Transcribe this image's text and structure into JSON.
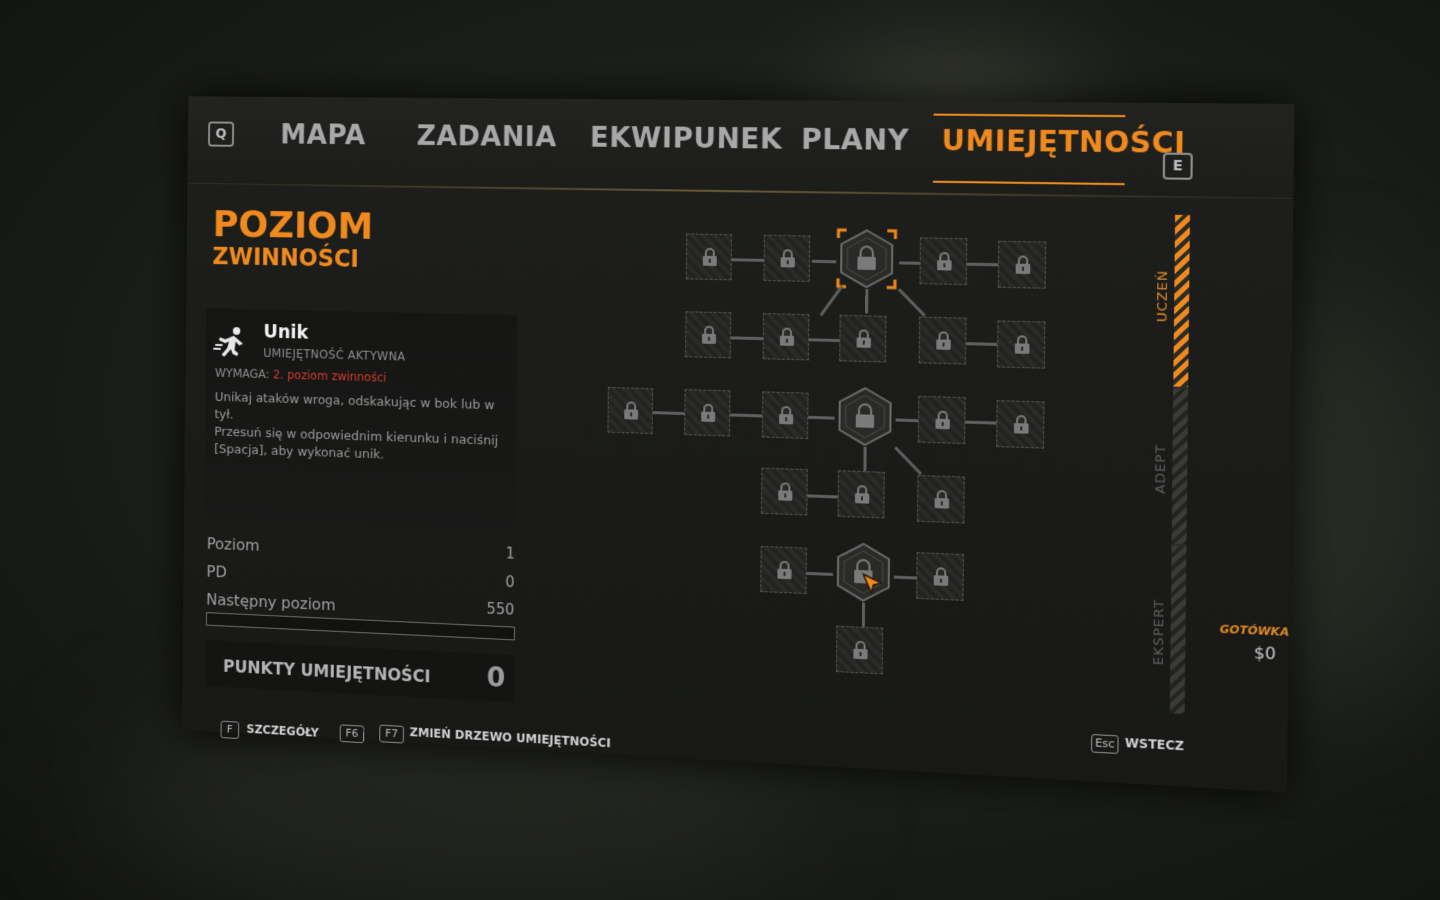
{
  "tabs": {
    "left_key": "Q",
    "right_key": "E",
    "items": [
      "MAPA",
      "ZADANIA",
      "EKWIPUNEK",
      "PLANY",
      "UMIEJĘTNOŚCI"
    ],
    "active": "UMIEJĘTNOŚCI"
  },
  "category": {
    "title": "POZIOM",
    "subtitle": "ZWINNOŚCI"
  },
  "skill": {
    "name": "Unik",
    "type": "UMIEJĘTNOŚĆ AKTYWNA",
    "req_label": "WYMAGA:",
    "req_value": "2. poziom zwinności",
    "desc_1": "Unikaj ataków wroga, odskakując w bok lub w tył.",
    "desc_2": "Przesuń się w odpowiednim kierunku i naciśnij [Spacja], aby wykonać unik."
  },
  "stats": {
    "level_label": "Poziom",
    "level_value": "1",
    "pd_label": "PD",
    "pd_value": "0",
    "next_label": "Następny poziom",
    "next_value": "550",
    "xp_progress": 0
  },
  "points": {
    "label": "PUNKTY UMIEJĘTNOŚCI",
    "value": "0"
  },
  "tiers": [
    "UCZEŃ",
    "ADEPT",
    "EKSPERT"
  ],
  "cash": {
    "label": "GOTÓWKA",
    "value": "$0"
  },
  "hints": {
    "details_key": "F",
    "details_label": "SZCZEGÓŁY",
    "f6_key": "F6",
    "f7_key": "F7",
    "tree_label": "ZMIEŃ DRZEWO UMIEJĘTNOŚCI",
    "back_key": "Esc",
    "back_label": "WSTECZ"
  },
  "colors": {
    "accent": "#f08a1e",
    "requirement": "#d43a2f"
  },
  "icons": [
    "dodge-icon",
    "lock-icon",
    "cursor-icon"
  ]
}
